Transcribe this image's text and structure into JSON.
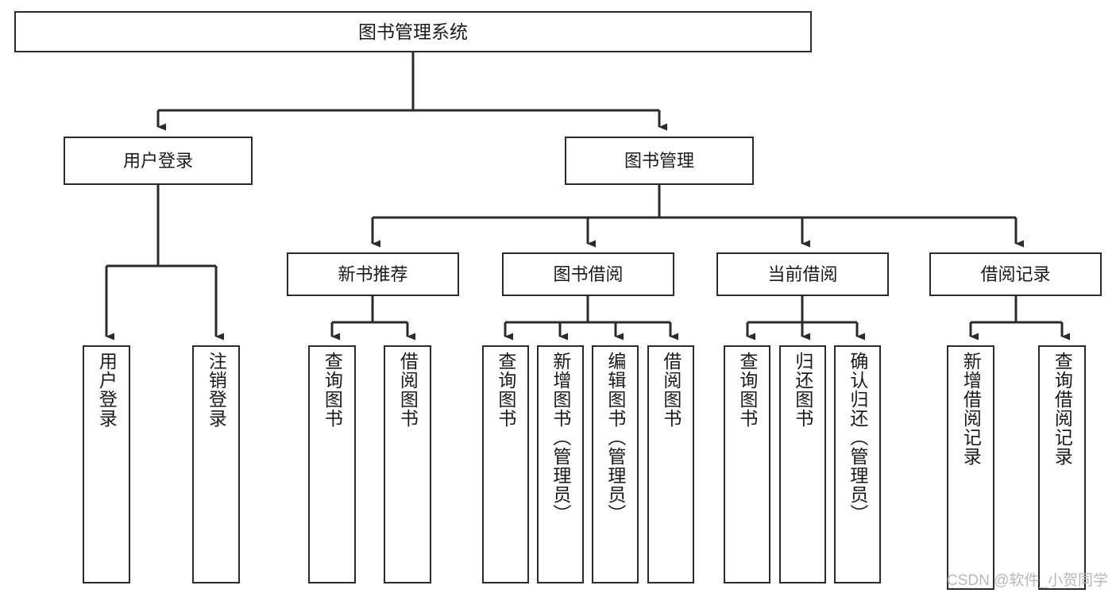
{
  "diagram": {
    "title": "图书管理系统",
    "watermark": "CSDN @软件_小贺同学",
    "colors": {
      "stroke": "#2b2b2b",
      "fill": "#ffffff",
      "background": "#ffffff",
      "watermark": "#b8b8b8"
    },
    "nodes": {
      "root": {
        "label": "图书管理系统"
      },
      "level1": [
        {
          "label": "用户登录"
        },
        {
          "label": "图书管理"
        }
      ],
      "level2": [
        {
          "label": "新书推荐"
        },
        {
          "label": "图书借阅"
        },
        {
          "label": "当前借阅"
        },
        {
          "label": "借阅记录"
        }
      ],
      "leaves_user_login": [
        {
          "label": "用户登录"
        },
        {
          "label": "注销登录"
        }
      ],
      "leaves_new_book": [
        {
          "label": "查询图书"
        },
        {
          "label": "借阅图书"
        }
      ],
      "leaves_borrow": [
        {
          "label": "查询图书"
        },
        {
          "label": "新增图书（管理员）"
        },
        {
          "label": "编辑图书（管理员）"
        },
        {
          "label": "借阅图书"
        }
      ],
      "leaves_current": [
        {
          "label": "查询图书"
        },
        {
          "label": "归还图书"
        },
        {
          "label": "确认归还（管理员）"
        }
      ],
      "leaves_records": [
        {
          "label": "新增借阅记录"
        },
        {
          "label": "查询借阅记录"
        }
      ]
    }
  }
}
